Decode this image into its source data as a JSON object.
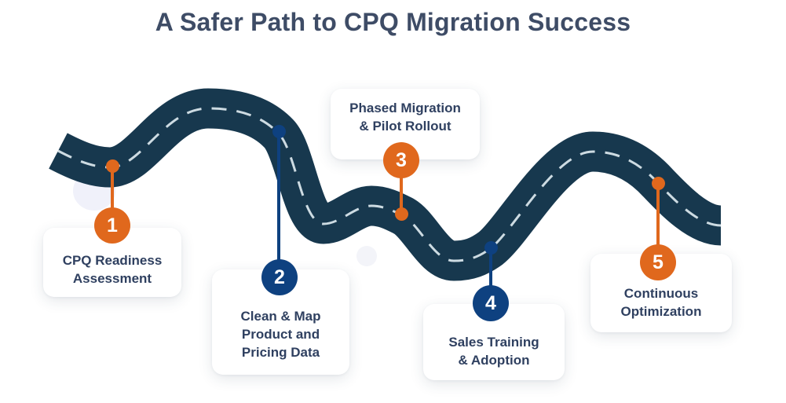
{
  "title": "A Safer Path to CPQ Migration Success",
  "colors": {
    "road": "#17384e",
    "road_dash": "#dde9ef",
    "accent_orange": "#e0681d",
    "accent_blue": "#0e4180",
    "title_text": "#3e4c66",
    "card_text": "#2f4060",
    "card_bg": "#ffffff",
    "background": "#ffffff",
    "decor_blob": "#f0f1fa"
  },
  "road": {
    "type": "winding-road",
    "dash_style": "dashed center line",
    "start_edge": "left",
    "end_edge": "right"
  },
  "steps": [
    {
      "number": "1",
      "label": "CPQ Readiness Assessment",
      "accent": "#e0681d",
      "card_position": "below road"
    },
    {
      "number": "2",
      "label": "Clean & Map Product and Pricing Data",
      "accent": "#0e4180",
      "card_position": "below road"
    },
    {
      "number": "3",
      "label": "Phased Migration & Pilot Rollout",
      "accent": "#e0681d",
      "card_position": "above road"
    },
    {
      "number": "4",
      "label": "Sales Training & Adoption",
      "accent": "#0e4180",
      "card_position": "below road"
    },
    {
      "number": "5",
      "label": "Continuous Optimization",
      "accent": "#e0681d",
      "card_position": "below road"
    }
  ]
}
